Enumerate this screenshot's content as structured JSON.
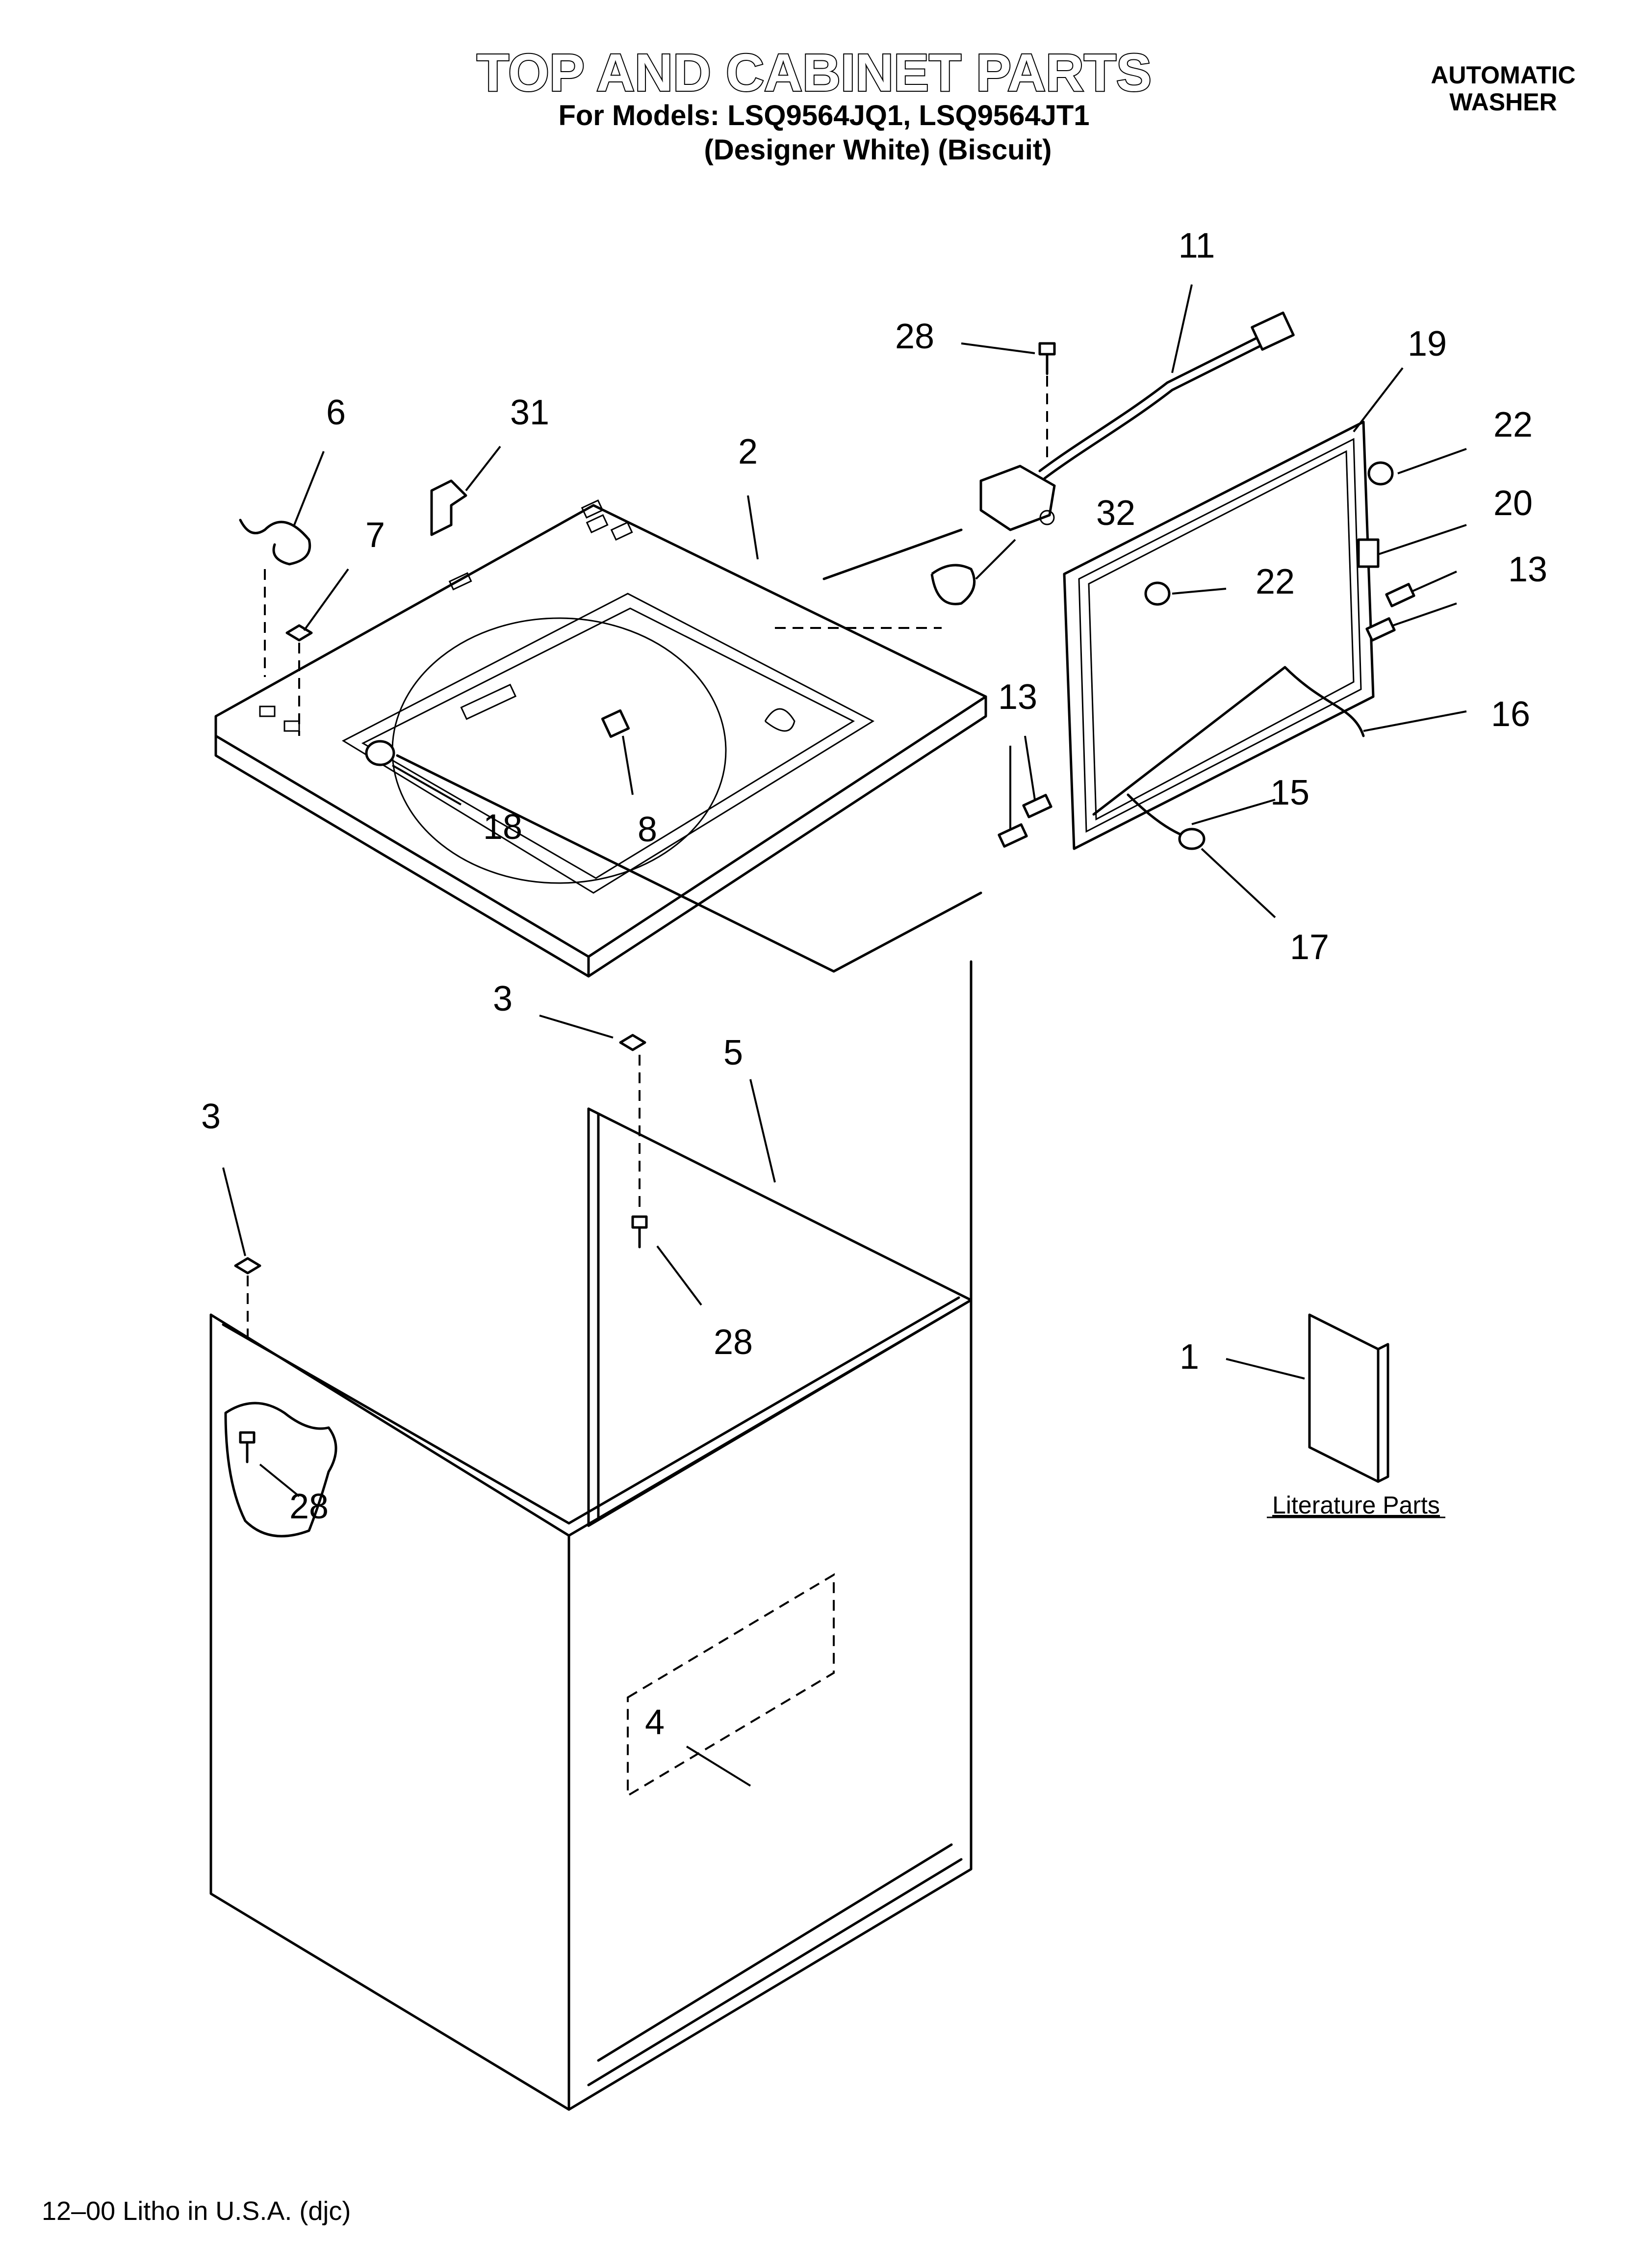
{
  "header": {
    "title": "TOP AND CABINET PARTS",
    "models_line": "For Models: LSQ9564JQ1, LSQ9564JT1",
    "colors_line": "(Designer White)  (Biscuit)",
    "category_line1": "AUTOMATIC",
    "category_line2": "WASHER"
  },
  "callouts": {
    "c1": "1",
    "c2": "2",
    "c3a": "3",
    "c3b": "3",
    "c4": "4",
    "c5": "5",
    "c6": "6",
    "c7": "7",
    "c8": "8",
    "c11": "11",
    "c13a": "13",
    "c13b": "13",
    "c15": "15",
    "c16": "16",
    "c17": "17",
    "c18": "18",
    "c19": "19",
    "c20": "20",
    "c22a": "22",
    "c22b": "22",
    "c28a": "28",
    "c28b": "28",
    "c28c": "28",
    "c31": "31",
    "c32": "32"
  },
  "literature_label": "Literature Parts",
  "footer": "12–00 Litho in U.S.A. (djc)"
}
